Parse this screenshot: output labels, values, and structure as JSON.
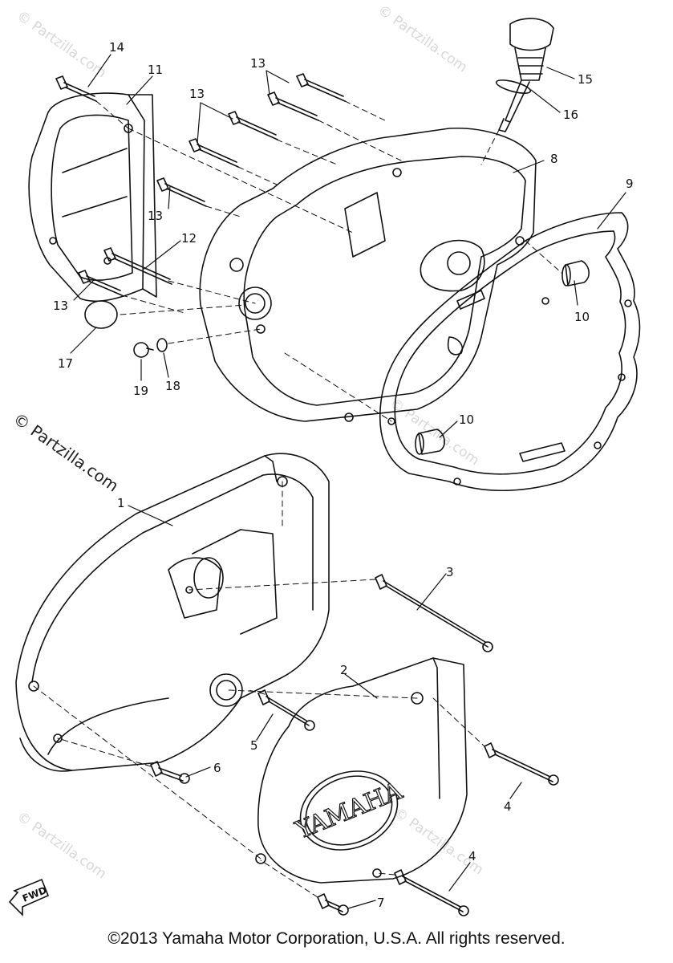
{
  "copyright": "©2013 Yamaha Motor Corporation, U.S.A. All rights reserved.",
  "watermark": "© Partzilla.com",
  "logo_text": "YAMAHA",
  "fwd_label": "FWD",
  "labels": {
    "l1": "1",
    "l2": "2",
    "l3": "3",
    "l4a": "4",
    "l4b": "4",
    "l5": "5",
    "l6": "6",
    "l7": "7",
    "l8": "8",
    "l9": "9",
    "l10a": "10",
    "l10b": "10",
    "l11": "11",
    "l12": "12",
    "l13a": "13",
    "l13b": "13",
    "l13c": "13",
    "l13d": "13",
    "l14": "14",
    "l15": "15",
    "l16": "16",
    "l17": "17",
    "l18": "18",
    "l19": "19"
  }
}
